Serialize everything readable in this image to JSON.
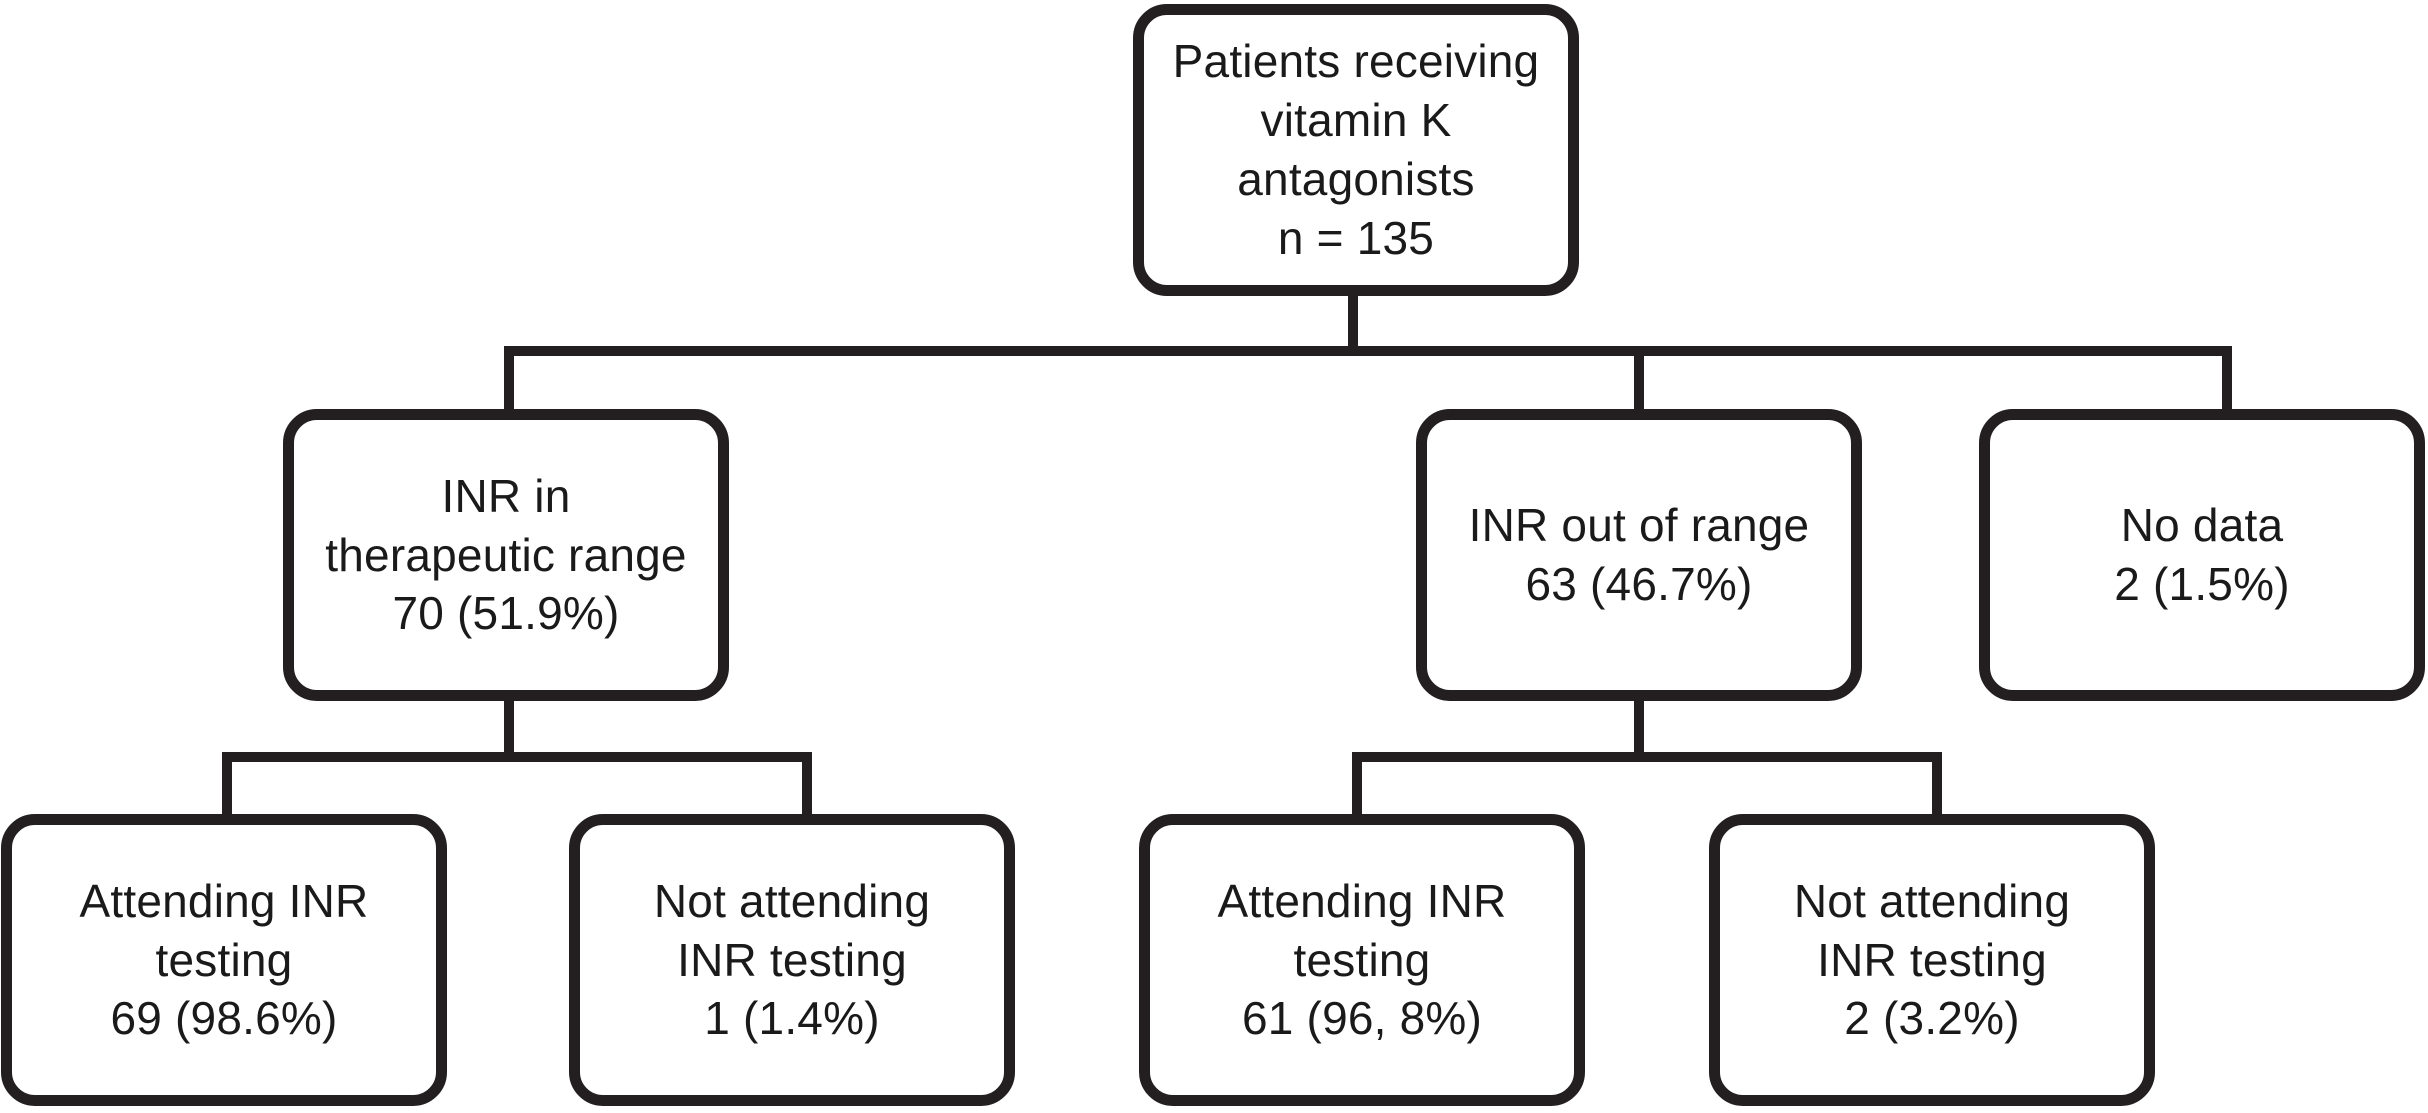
{
  "diagram": {
    "type": "flowchart",
    "orientation": "top-down",
    "line_color": "#231f20",
    "box_fill": "#ffffff",
    "text_color": "#1a1a1a",
    "root": {
      "id": "root",
      "lines": [
        "Patients receiving",
        "vitamin K",
        "antagonists",
        "n = 135"
      ],
      "label": "Patients receiving vitamin K antagonists",
      "count": 135,
      "count_text": "n = 135"
    },
    "level2": [
      {
        "id": "inr-in-range",
        "lines": [
          "INR in",
          "therapeutic range",
          "70 (51.9%)"
        ],
        "label": "INR in therapeutic range",
        "count": 70,
        "percent": "51.9%",
        "count_text": "70 (51.9%)"
      },
      {
        "id": "inr-out-of-range",
        "lines": [
          "INR out of range",
          "63 (46.7%)"
        ],
        "label": "INR out of range",
        "count": 63,
        "percent": "46.7%",
        "count_text": "63 (46.7%)"
      },
      {
        "id": "no-data",
        "lines": [
          "No data",
          "2 (1.5%)"
        ],
        "label": "No data",
        "count": 2,
        "percent": "1.5%",
        "count_text": "2 (1.5%)"
      }
    ],
    "level3": [
      {
        "id": "in-range-attending",
        "parent": "inr-in-range",
        "lines": [
          "Attending INR",
          "testing",
          "69 (98.6%)"
        ],
        "label": "Attending INR testing",
        "count": 69,
        "percent": "98.6%",
        "count_text": "69 (98.6%)"
      },
      {
        "id": "in-range-not-attending",
        "parent": "inr-in-range",
        "lines": [
          "Not attending",
          "INR testing",
          "1 (1.4%)"
        ],
        "label": "Not attending INR testing",
        "count": 1,
        "percent": "1.4%",
        "count_text": "1 (1.4%)"
      },
      {
        "id": "out-range-attending",
        "parent": "inr-out-of-range",
        "lines": [
          "Attending INR",
          "testing",
          "61 (96, 8%)"
        ],
        "label": "Attending INR testing",
        "count": 61,
        "percent": "96, 8%",
        "count_text": "61 (96, 8%)"
      },
      {
        "id": "out-range-not-attending",
        "parent": "inr-out-of-range",
        "lines": [
          "Not attending",
          "INR testing",
          "2 (3.2%)"
        ],
        "label": "Not attending INR testing",
        "count": 2,
        "percent": "3.2%",
        "count_text": "2 (3.2%)"
      }
    ]
  }
}
